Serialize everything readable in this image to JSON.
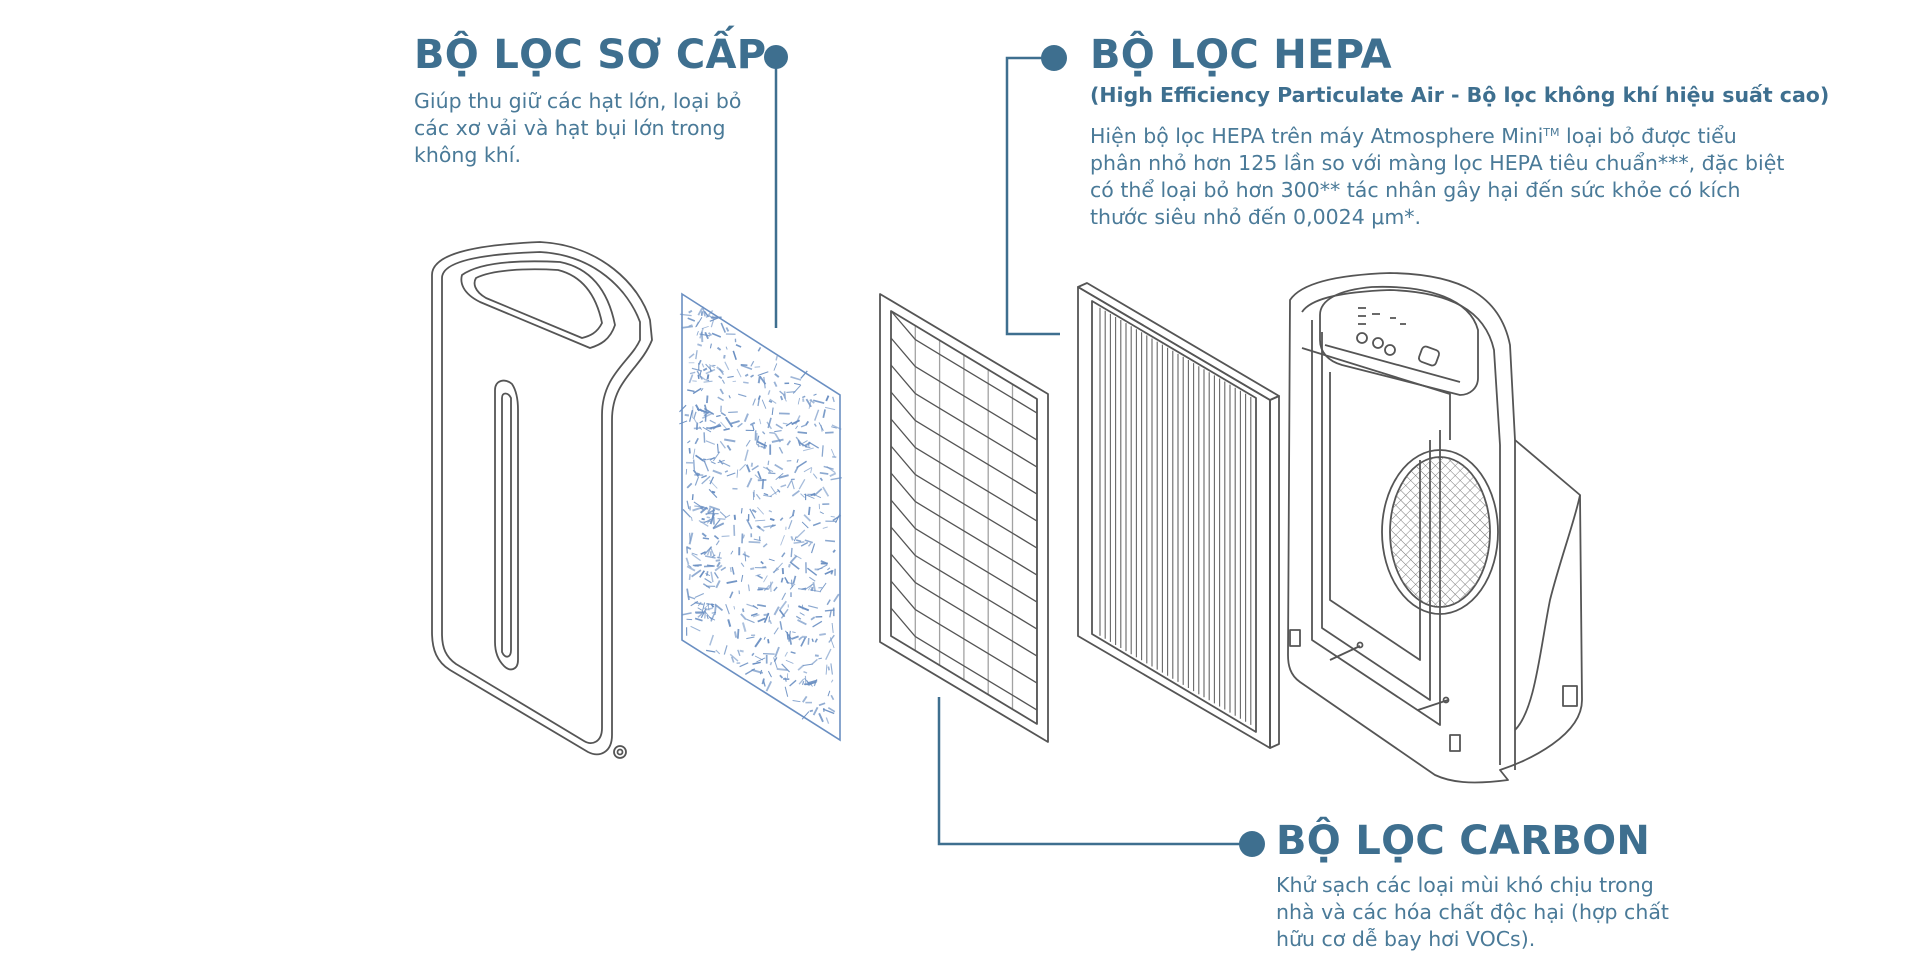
{
  "colors": {
    "accent": "#3e6f8f",
    "text": "#4a7a98",
    "line_art": "#555555",
    "filter_texture": "#6a8fc2"
  },
  "pre_filter": {
    "title": "BỘ LỌC SƠ CẤP",
    "description_lines": [
      "Giúp thu giữ các hạt lớn, loại bỏ",
      "các xơ vải và hạt bụi lớn trong",
      "không khí."
    ]
  },
  "hepa_filter": {
    "title": "BỘ LỌC HEPA",
    "subtitle": "(High Efficiency Particulate Air - Bộ lọc không khí hiệu suất cao)",
    "description_line1_before_tm": "Hiện bộ lọc HEPA trên máy Atmosphere Mini",
    "description_tm": "TM",
    "description_line1_after_tm": " loại bỏ được tiểu",
    "description_lines": [
      "phân nhỏ hơn 125 lần so với màng lọc HEPA tiêu chuẩn***, đặc biệt",
      "có thể loại bỏ hơn 300** tác nhân gây hại đến sức khỏe có kích",
      "thước siêu nhỏ đến 0,0024 μm*."
    ]
  },
  "carbon_filter": {
    "title": "BỘ LỌC CARBON",
    "description_lines": [
      "Khử sạch các loại mùi khó chịu trong",
      "nhà và các hóa chất độc hại (hợp chất",
      "hữu cơ dễ bay hơi VOCs)."
    ]
  }
}
